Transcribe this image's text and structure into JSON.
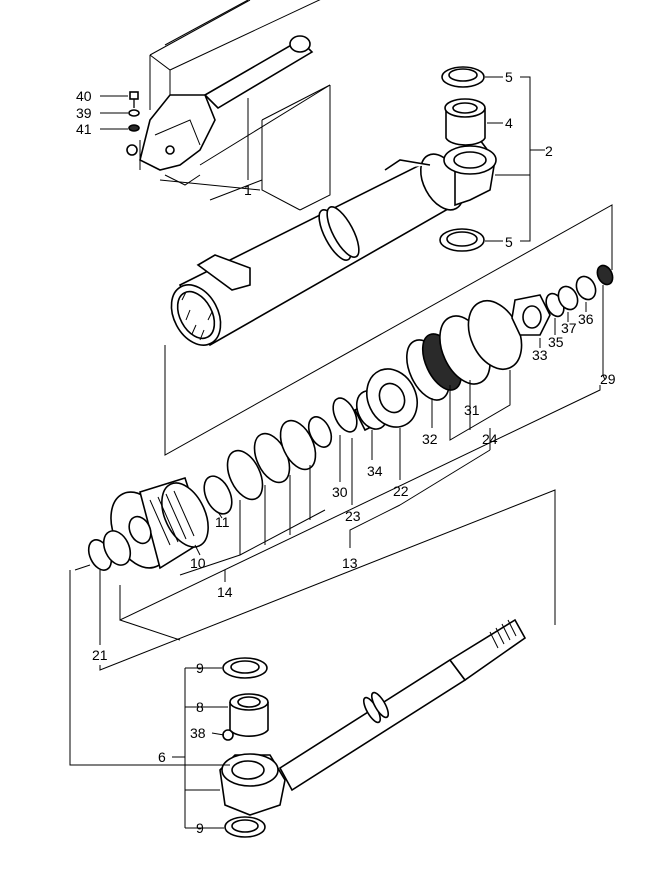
{
  "callouts": [
    {
      "id": "c40",
      "text": "40"
    },
    {
      "id": "c39",
      "text": "39"
    },
    {
      "id": "c41",
      "text": "41"
    },
    {
      "id": "c1",
      "text": "1"
    },
    {
      "id": "c5a",
      "text": "5"
    },
    {
      "id": "c4",
      "text": "4"
    },
    {
      "id": "c2",
      "text": "2"
    },
    {
      "id": "c5b",
      "text": "5"
    },
    {
      "id": "c29",
      "text": "29"
    },
    {
      "id": "c36",
      "text": "36"
    },
    {
      "id": "c37",
      "text": "37"
    },
    {
      "id": "c35",
      "text": "35"
    },
    {
      "id": "c33",
      "text": "33"
    },
    {
      "id": "c31",
      "text": "31"
    },
    {
      "id": "c32",
      "text": "32"
    },
    {
      "id": "c24",
      "text": "24"
    },
    {
      "id": "c34",
      "text": "34"
    },
    {
      "id": "c22",
      "text": "22"
    },
    {
      "id": "c30",
      "text": "30"
    },
    {
      "id": "c23",
      "text": "23"
    },
    {
      "id": "c13",
      "text": "13"
    },
    {
      "id": "c11",
      "text": "11"
    },
    {
      "id": "c10",
      "text": "10"
    },
    {
      "id": "c14",
      "text": "14"
    },
    {
      "id": "c21",
      "text": "21"
    },
    {
      "id": "c9a",
      "text": "9"
    },
    {
      "id": "c8",
      "text": "8"
    },
    {
      "id": "c38",
      "text": "38"
    },
    {
      "id": "c6",
      "text": "6"
    },
    {
      "id": "c9b",
      "text": "9"
    }
  ]
}
